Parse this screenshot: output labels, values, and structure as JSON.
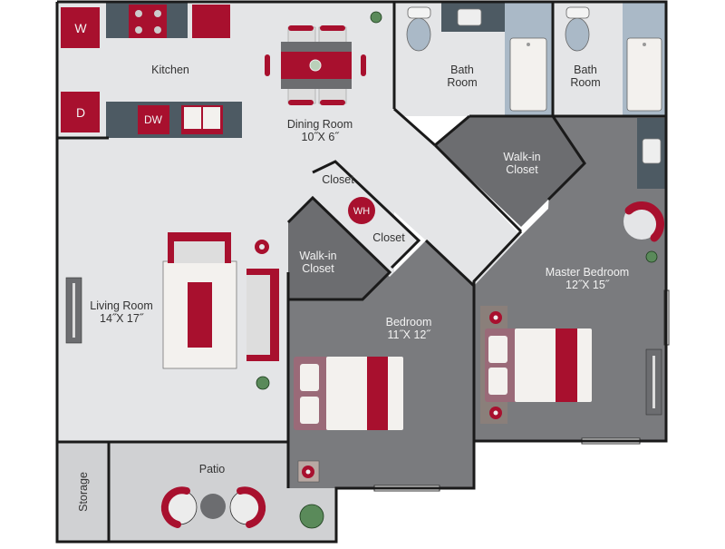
{
  "floorplan": {
    "colors": {
      "floor_light": "#e4e5e7",
      "floor_dark": "#7a7b7e",
      "counter": "#4d5a63",
      "accent_red": "#a8102e",
      "bath_tile": "#aab9c7",
      "wall": "#1a1a1a",
      "mauve": "#9a6a78"
    },
    "rooms": {
      "kitchen": {
        "name": "Kitchen"
      },
      "dining": {
        "name": "Dining Room",
        "size": "10˝X 6˝"
      },
      "bath1": {
        "name": "Bath",
        "name2": "Room"
      },
      "bath2": {
        "name": "Bath",
        "name2": "Room"
      },
      "walkin_master": {
        "name": "Walk-in",
        "name2": "Closet"
      },
      "closet_upper": {
        "name": "Closet"
      },
      "closet_wh": {
        "name": "Closet"
      },
      "walkin_bed": {
        "name": "Walk-in",
        "name2": "Closet"
      },
      "living": {
        "name": "Living Room",
        "size": "14˝X 17˝"
      },
      "bedroom": {
        "name": "Bedroom",
        "size": "11˝X 12˝"
      },
      "master": {
        "name": "Master Bedroom",
        "size": "12˝X 15˝"
      },
      "patio": {
        "name": "Patio"
      },
      "storage": {
        "name": "Storage"
      }
    },
    "appliances": {
      "washer": "W",
      "dryer": "D",
      "dishwasher": "DW",
      "water_heater": "WH"
    }
  }
}
